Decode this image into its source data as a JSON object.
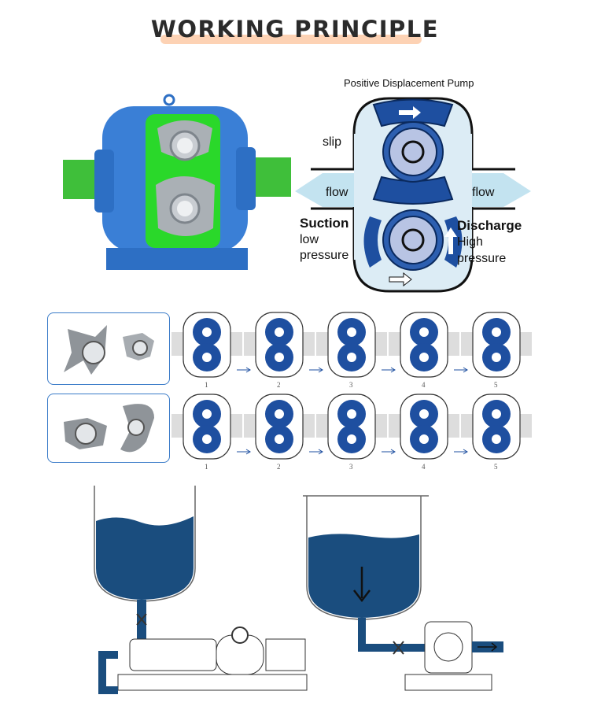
{
  "title": "WORKING PRINCIPLE",
  "diagram": {
    "heading": "Positive Displacement Pump",
    "slip": "slip",
    "flow_in": "flow",
    "flow_out": "flow",
    "suction": "Suction",
    "suction_sub1": "low",
    "suction_sub2": "pressure",
    "discharge": "Discharge",
    "discharge_sub1": "High",
    "discharge_sub2": "pressure"
  },
  "stages_row1": [
    "1",
    "2",
    "3",
    "4",
    "5"
  ],
  "stages_row2": [
    "1",
    "2",
    "3",
    "4",
    "5"
  ],
  "colors": {
    "accent": "#fdd2b4",
    "fluid": "#1a4d7e",
    "rotor_blue": "#1e4fa0",
    "frame": "#3a7bc8"
  }
}
